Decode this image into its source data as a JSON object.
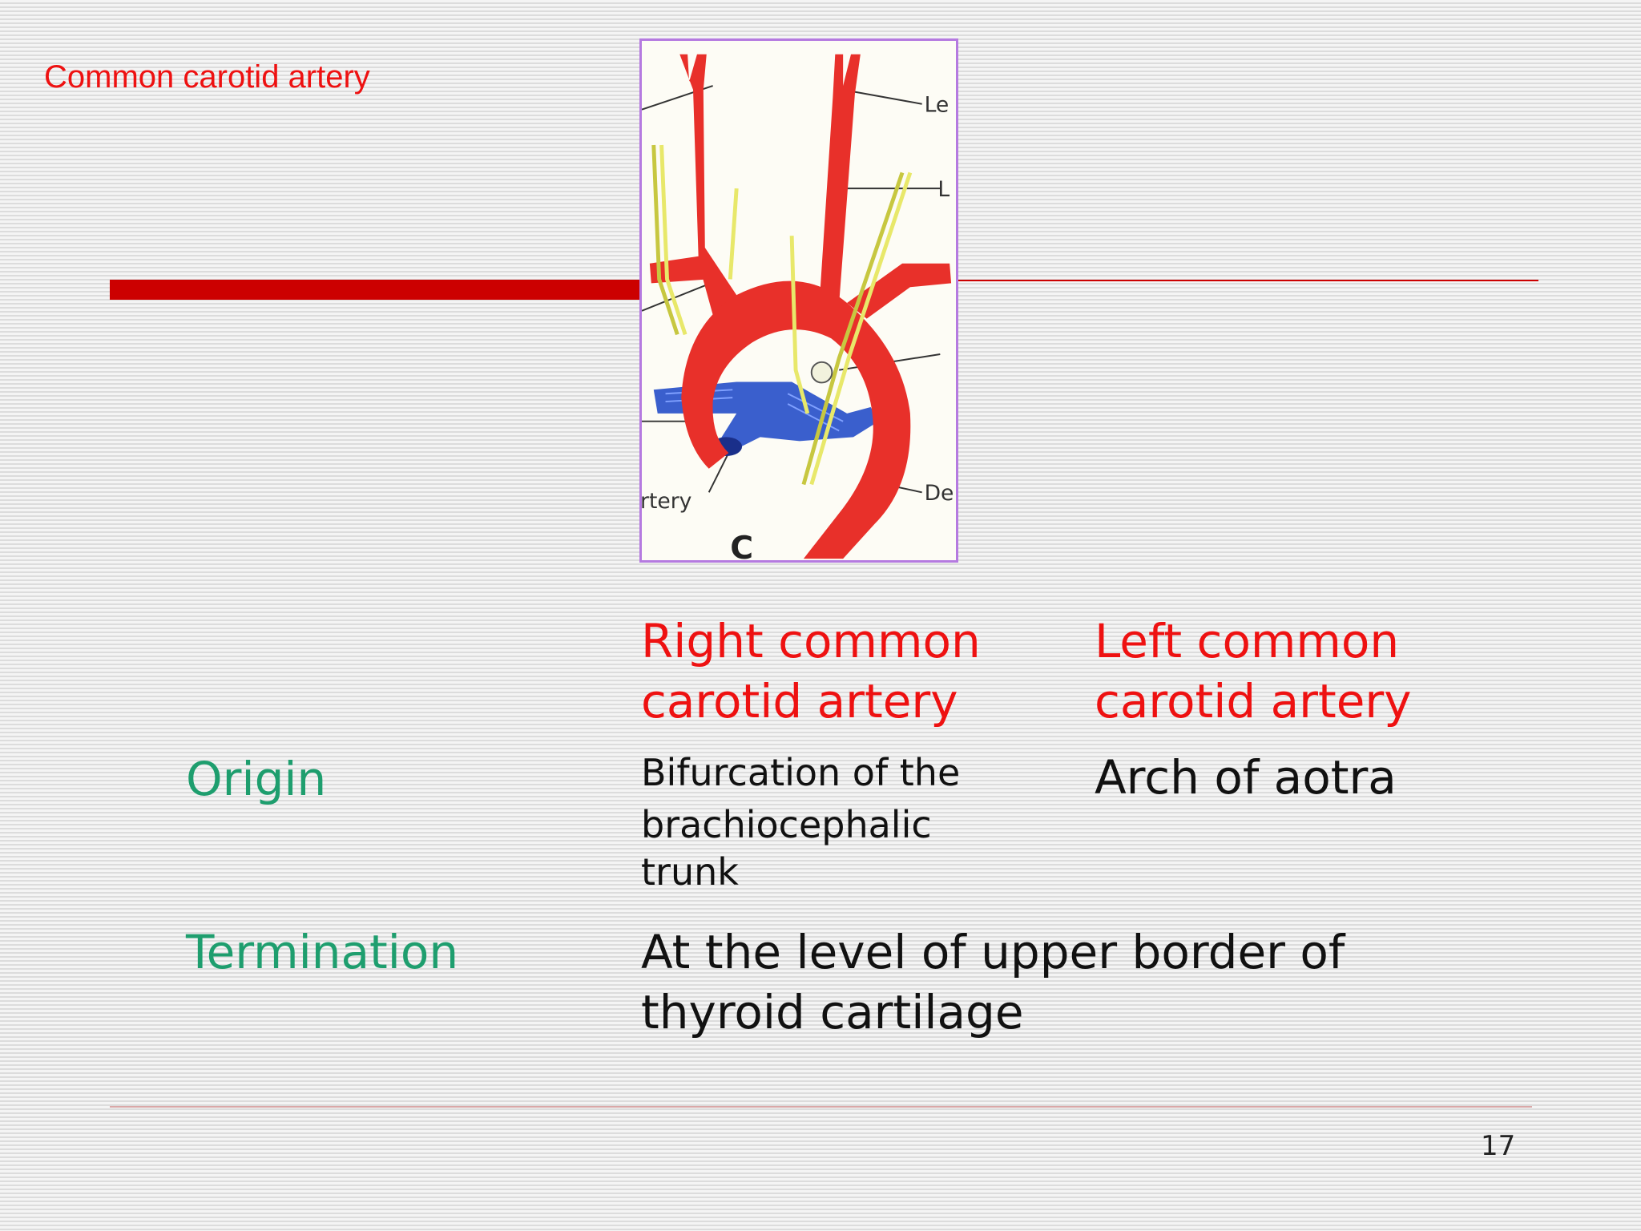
{
  "slide": {
    "title": "Common carotid artery",
    "page_number": "17"
  },
  "figure": {
    "labels": {
      "top_right_1": "Le",
      "top_right_2": "L",
      "bottom_right": "De",
      "bottom_left": "rtery",
      "panel_letter": "C"
    }
  },
  "table": {
    "column_headers": [
      {
        "line1": "Right common",
        "line2": "carotid artery"
      },
      {
        "line1": "Left common",
        "line2": "carotid artery"
      }
    ],
    "rows": {
      "origin": {
        "label": "Origin",
        "right_lines": [
          "Bifurcation of the",
          "brachiocephalic",
          "trunk"
        ],
        "left": "Arch of aotra"
      },
      "termination": {
        "label": "Termination",
        "lines": [
          "At the level of upper border of",
          "thyroid cartilage"
        ]
      }
    }
  },
  "colors": {
    "title_red": "#ee1111",
    "accent_bar": "#cc0000",
    "row_label_green": "#1e9e6e",
    "artery_red": "#e8302a",
    "vein_blue": "#3a5fcd",
    "nerve_yellow": "#e8e86a",
    "frame_border": "#b57ae0"
  }
}
